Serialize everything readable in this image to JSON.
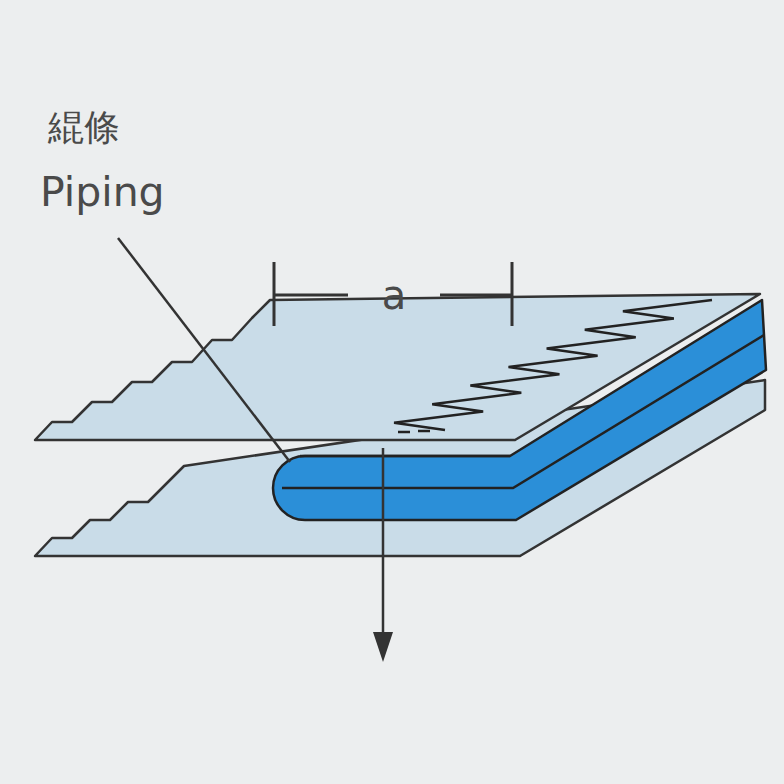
{
  "diagram": {
    "labels": [
      "緄條",
      "Piping",
      "a"
    ]
  }
}
